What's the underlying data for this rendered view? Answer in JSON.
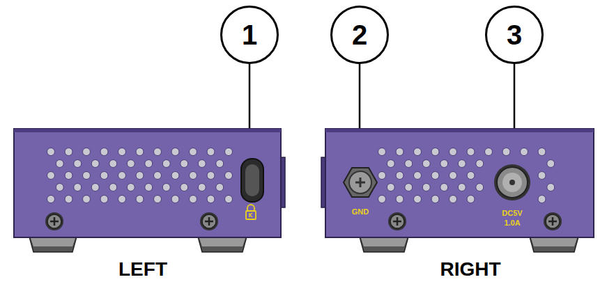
{
  "diagram": {
    "nodes": [
      {
        "text": [
          "1"
        ]
      },
      {
        "text": [
          "2"
        ]
      },
      {
        "text": [
          "3"
        ]
      }
    ],
    "labels": [
      "LEFT",
      "RIGHT",
      "GND",
      "DC5V 1.0A"
    ]
  }
}
